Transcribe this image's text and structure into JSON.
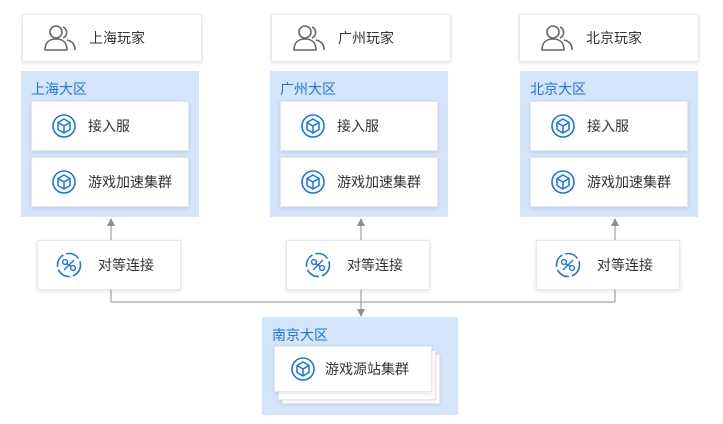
{
  "colors": {
    "accent": "#1a73e8",
    "region_bg": "#d5e5fb",
    "line": "#8a8f99",
    "card_border": "#e4e8ee"
  },
  "players": [
    {
      "label": "上海玩家",
      "icon": "users-icon"
    },
    {
      "label": "广州玩家",
      "icon": "users-icon"
    },
    {
      "label": "北京玩家",
      "icon": "users-icon"
    }
  ],
  "regions": [
    {
      "title": "上海大区",
      "access": "接入服",
      "cluster": "游戏加速集群",
      "icon": "cube-icon"
    },
    {
      "title": "广州大区",
      "access": "接入服",
      "cluster": "游戏加速集群",
      "icon": "cube-icon"
    },
    {
      "title": "北京大区",
      "access": "接入服",
      "cluster": "游戏加速集群",
      "icon": "cube-icon"
    }
  ],
  "peers": [
    {
      "label": "对等连接",
      "icon": "peering-icon"
    },
    {
      "label": "对等连接",
      "icon": "peering-icon"
    },
    {
      "label": "对等连接",
      "icon": "peering-icon"
    }
  ],
  "origin": {
    "title": "南京大区",
    "cluster": "游戏源站集群",
    "icon": "cube-icon"
  }
}
